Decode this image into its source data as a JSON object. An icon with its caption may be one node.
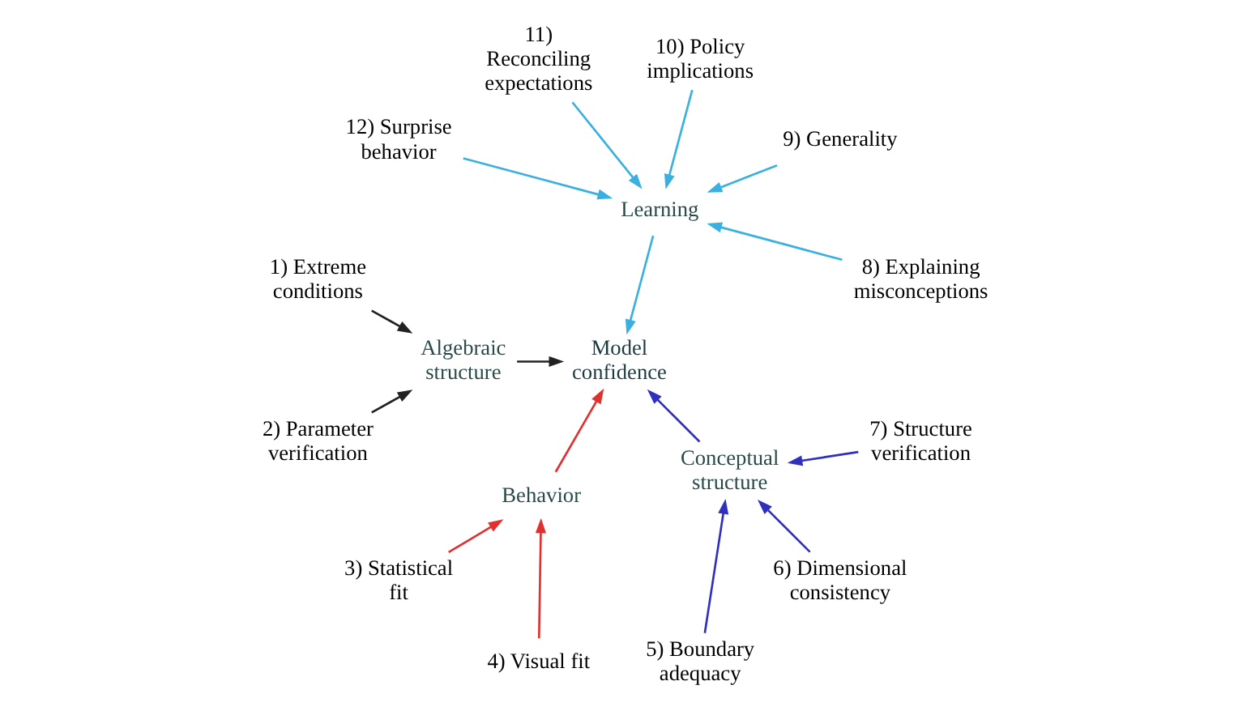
{
  "diagram": {
    "nodes": [
      {
        "text": [
          "Model confidence"
        ]
      },
      {
        "text": [
          "Learning"
        ]
      },
      {
        "text": [
          "Algebraic structure"
        ]
      },
      {
        "text": [
          "Behavior"
        ]
      },
      {
        "text": [
          "Conceptual structure"
        ]
      },
      {
        "text": [
          "1) Extreme conditions"
        ]
      },
      {
        "text": [
          "2) Parameter verification"
        ]
      },
      {
        "text": [
          "3) Statistical fit"
        ]
      },
      {
        "text": [
          "4) Visual fit"
        ]
      },
      {
        "text": [
          "5) Boundary adequacy"
        ]
      },
      {
        "text": [
          "6) Dimensional consistency"
        ]
      },
      {
        "text": [
          "7) Structure verification"
        ]
      },
      {
        "text": [
          "8) Explaining misconceptions"
        ]
      },
      {
        "text": [
          "9) Generality"
        ]
      },
      {
        "text": [
          "10) Policy implications"
        ]
      },
      {
        "text": [
          "11) Reconciling expectations"
        ]
      },
      {
        "text": [
          "12) Surprise behavior"
        ]
      }
    ],
    "edges": [
      {
        "from": 5,
        "to": 2,
        "arrow": "to",
        "color": "#222222"
      },
      {
        "from": 6,
        "to": 2,
        "arrow": "to",
        "color": "#222222"
      },
      {
        "from": 2,
        "to": 0,
        "arrow": "to",
        "color": "#222222"
      },
      {
        "from": 7,
        "to": 3,
        "arrow": "to",
        "color": "#e03030"
      },
      {
        "from": 8,
        "to": 3,
        "arrow": "to",
        "color": "#e03030"
      },
      {
        "from": 3,
        "to": 0,
        "arrow": "to",
        "color": "#e03030"
      },
      {
        "from": 9,
        "to": 4,
        "arrow": "to",
        "color": "#3030c0"
      },
      {
        "from": 10,
        "to": 4,
        "arrow": "to",
        "color": "#3030c0"
      },
      {
        "from": 11,
        "to": 4,
        "arrow": "to",
        "color": "#3030c0"
      },
      {
        "from": 4,
        "to": 0,
        "arrow": "to",
        "color": "#3030c0"
      },
      {
        "from": 12,
        "to": 1,
        "arrow": "to"
      },
      {
        "from": 13,
        "to": 1,
        "arrow": "to"
      },
      {
        "from": 14,
        "to": 1,
        "arrow": "to"
      },
      {
        "from": 15,
        "to": 1,
        "arrow": "to"
      },
      {
        "from": 16,
        "to": 1,
        "arrow": "to"
      },
      {
        "from": 1,
        "to": 0,
        "arrow": "to"
      }
    ]
  }
}
